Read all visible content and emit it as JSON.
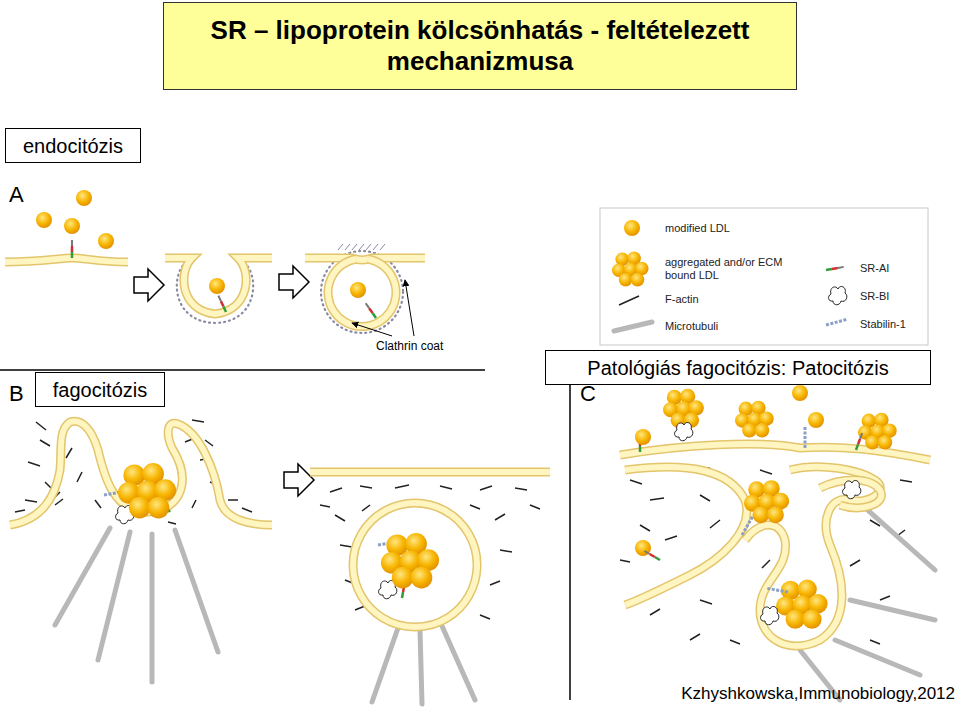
{
  "diagram": {
    "title": "SR – lipoprotein kölcsönhatás - feltételezett mechanizmusa",
    "nodes": [
      {
        "text": [
          "endocitózis"
        ]
      },
      {
        "text": [
          "fagocitózis"
        ]
      },
      {
        "text": [
          "Patológiás fagocitózis: Patocitózis"
        ]
      }
    ],
    "labels": [
      "A",
      "B",
      "C",
      "Clathrin coat",
      "Kzhyshkowska,Immunobiology,2012"
    ],
    "legend": [
      {
        "text": "modified LDL"
      },
      {
        "text": "aggregated and/or ECM bound LDL"
      },
      {
        "text": "F-actin"
      },
      {
        "text": "Microtubuli"
      },
      {
        "text": "SR-AI"
      },
      {
        "text": "SR-BI"
      },
      {
        "text": "Stabilin-1"
      }
    ]
  }
}
